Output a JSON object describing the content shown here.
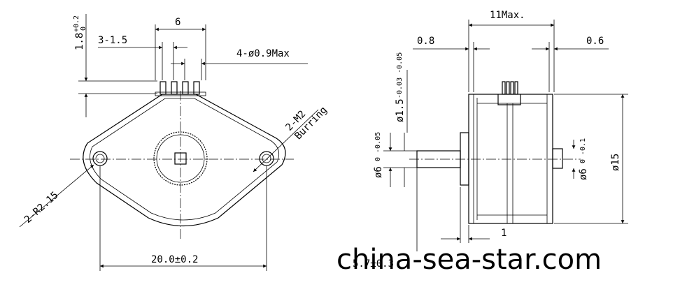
{
  "front_view": {
    "pin_dim": "6",
    "pitch_dim": "3-1.5",
    "height_dim": "1.8",
    "height_tol_upper": "+0.2",
    "height_tol_lower": "0",
    "pin_dia_dim": "4-ø0.9Max",
    "mount_hole_dim": "2-M2",
    "mount_hole_note": "Burring",
    "radius_dim": "2-R2.15",
    "center_distance_dim": "20.0±0.2"
  },
  "side_view": {
    "length_dim": "11Max.",
    "left_flange_dim": "0.8",
    "right_flange_dim": "0.6",
    "boss_dia_dim": "ø1.5",
    "boss_dia_tol": "-0.03 -0.05",
    "shaft_dia_dim": "ø6",
    "shaft_dia_tol": "0 -0.05",
    "rear_boss_dim": "ø6",
    "rear_boss_tol": "0 -0.1",
    "body_dia_dim": "ø15",
    "step_dim": "1"
  },
  "watermark": "china-sea-star.com",
  "watermark_under": "5.7±0.3"
}
